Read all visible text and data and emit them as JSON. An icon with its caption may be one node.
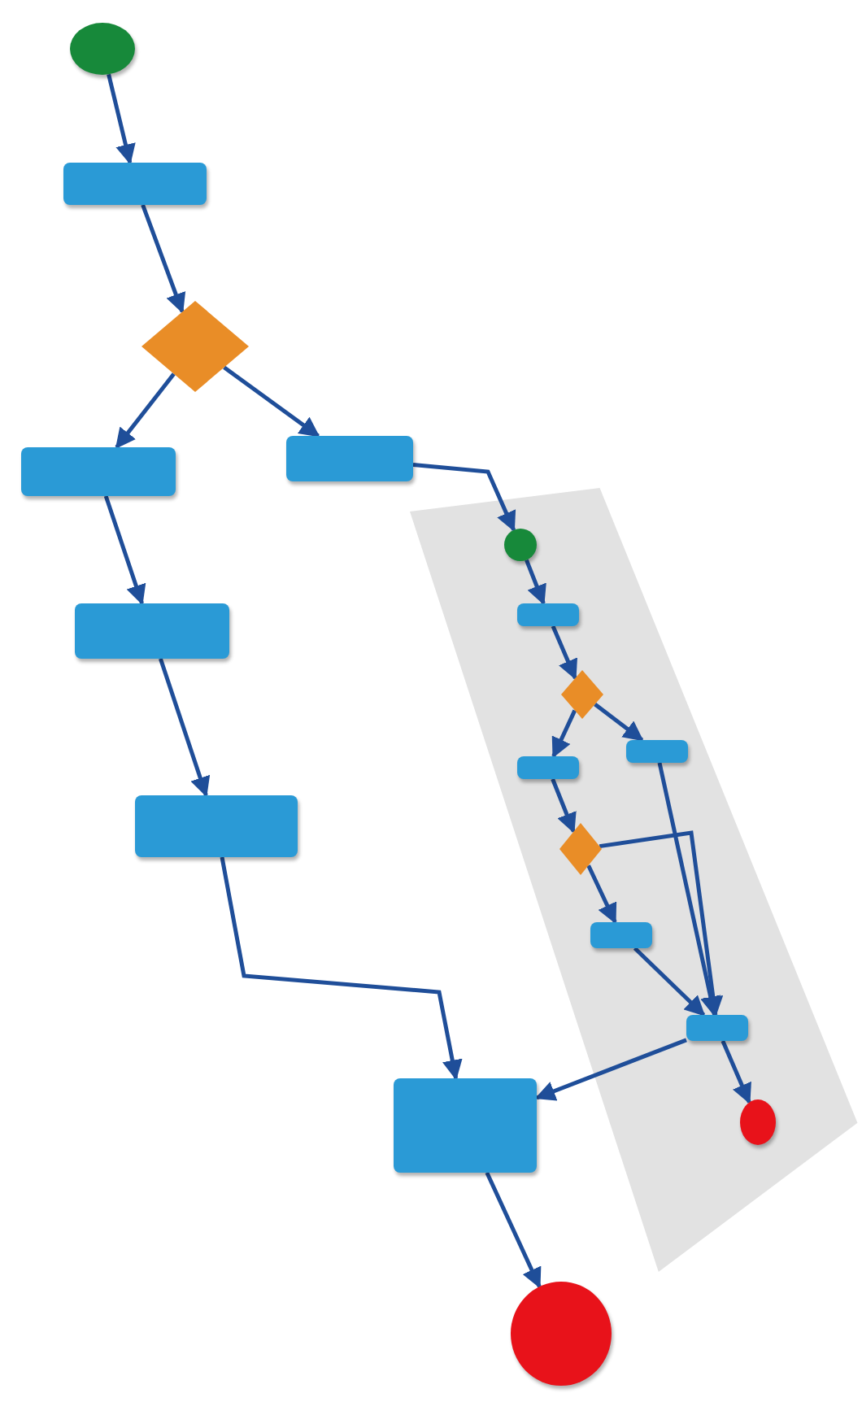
{
  "diagram": {
    "nodes": [
      {
        "text": [],
        "shape": "circle"
      },
      {
        "text": [],
        "shape": "box"
      },
      {
        "text": [],
        "shape": "diamond"
      },
      {
        "text": [],
        "shape": "box"
      },
      {
        "text": [],
        "shape": "box"
      },
      {
        "text": [],
        "shape": "box"
      },
      {
        "text": [],
        "shape": "box"
      },
      {
        "text": [],
        "shape": "box"
      },
      {
        "text": [],
        "shape": "circle"
      },
      {
        "text": [],
        "shape": "band"
      },
      {
        "text": [],
        "shape": "circle",
        "in": 9
      },
      {
        "text": [],
        "shape": "box",
        "in": 9
      },
      {
        "text": [],
        "shape": "diamond",
        "in": 9
      },
      {
        "text": [],
        "shape": "box",
        "in": 9
      },
      {
        "text": [],
        "shape": "box",
        "in": 9
      },
      {
        "text": [],
        "shape": "diamond",
        "in": 9
      },
      {
        "text": [],
        "shape": "box",
        "in": 9
      },
      {
        "text": [],
        "shape": "box",
        "in": 9
      },
      {
        "text": [],
        "shape": "circle",
        "in": 9
      }
    ],
    "edges": [
      {
        "from": 0,
        "to": 1,
        "arrow": "to"
      },
      {
        "from": 1,
        "to": 2,
        "arrow": "to"
      },
      {
        "from": 2,
        "to": 3,
        "arrow": "to"
      },
      {
        "from": 2,
        "to": 4,
        "arrow": "to"
      },
      {
        "from": 3,
        "to": 5,
        "arrow": "to"
      },
      {
        "from": 5,
        "to": 6,
        "arrow": "to"
      },
      {
        "from": 6,
        "to": 7,
        "arrow": "to"
      },
      {
        "from": 4,
        "to": 10,
        "arrow": "to"
      },
      {
        "from": 10,
        "to": 11,
        "arrow": "to"
      },
      {
        "from": 11,
        "to": 12,
        "arrow": "to"
      },
      {
        "from": 12,
        "to": 13,
        "arrow": "to"
      },
      {
        "from": 12,
        "to": 14,
        "arrow": "to"
      },
      {
        "from": 13,
        "to": 15,
        "arrow": "to"
      },
      {
        "from": 15,
        "to": 16,
        "arrow": "to"
      },
      {
        "from": 15,
        "to": 17,
        "arrow": "to"
      },
      {
        "from": 14,
        "to": 17,
        "arrow": "to"
      },
      {
        "from": 16,
        "to": 17,
        "arrow": "to"
      },
      {
        "from": 17,
        "to": 18,
        "arrow": "to"
      },
      {
        "from": 17,
        "to": 7,
        "arrow": "to"
      },
      {
        "from": 7,
        "to": 8,
        "arrow": "to"
      }
    ]
  }
}
